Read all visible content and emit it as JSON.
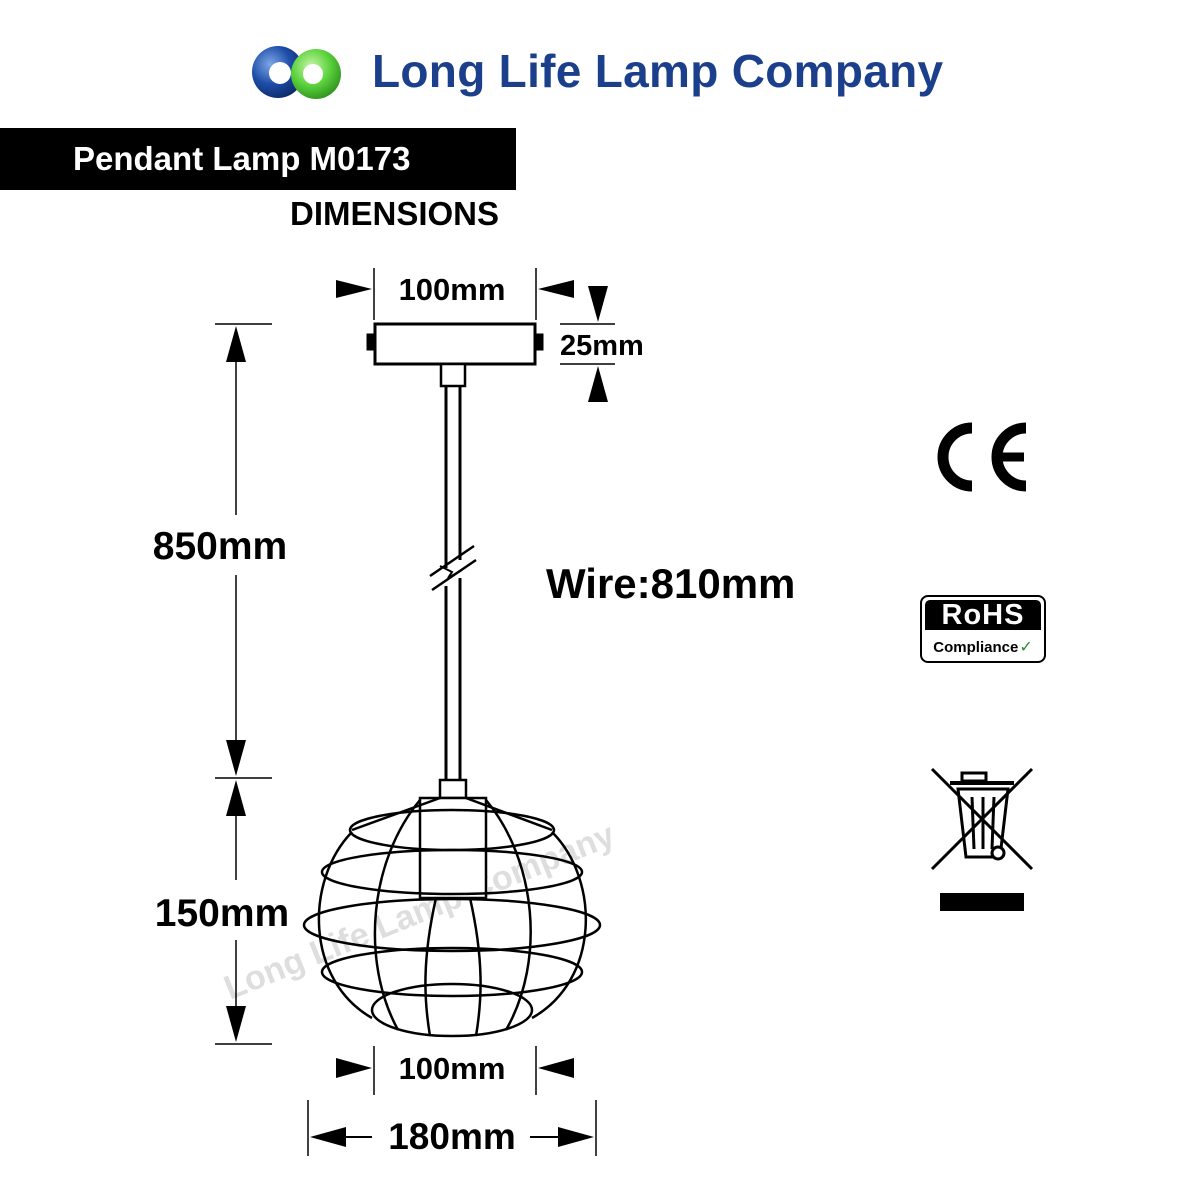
{
  "header": {
    "brand": "Long Life Lamp Company",
    "product_title": "Pendant Lamp M0173",
    "section_label": "DIMENSIONS",
    "logo_colors": {
      "blue": "#1c3f8c",
      "green": "#5ad23c"
    }
  },
  "dimensions": {
    "canopy_width": "100mm",
    "canopy_height": "25mm",
    "drop_length": "850mm",
    "wire_length": "Wire:810mm",
    "shade_height": "150mm",
    "shade_bottom_width": "100mm",
    "shade_width": "180mm"
  },
  "watermark": "Long Life Lamp Company",
  "certifications": {
    "ce": "CE",
    "rohs_title": "RoHS",
    "rohs_subtitle": "Compliance",
    "rohs_check": "✓",
    "weee": "weee-bin-icon"
  }
}
